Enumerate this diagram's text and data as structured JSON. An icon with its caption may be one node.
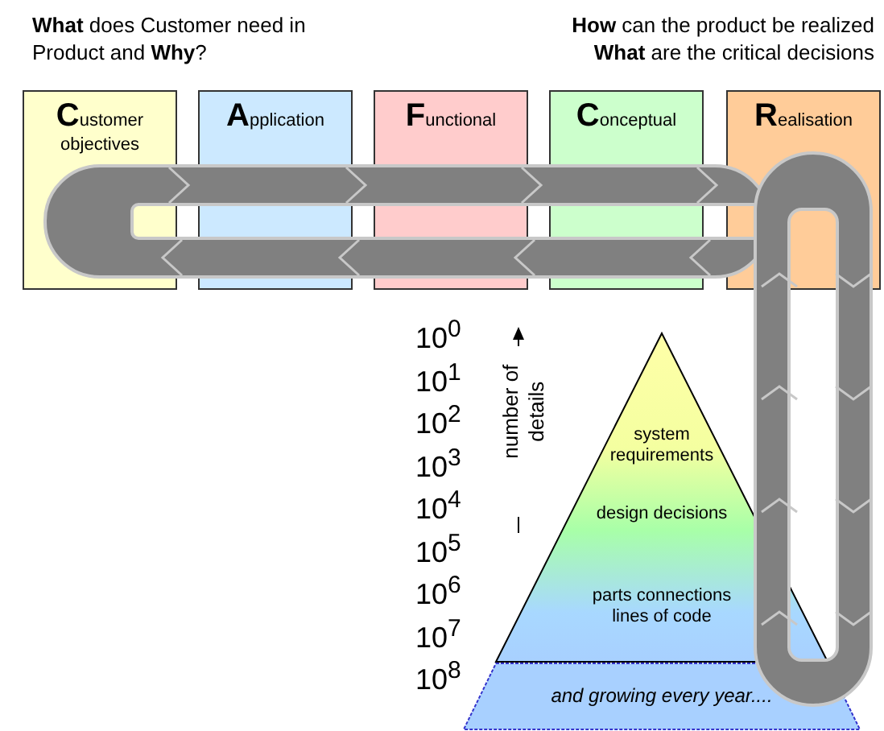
{
  "diagram": {
    "nodes": [
      {
        "text": [
          "Customer objectives"
        ]
      },
      {
        "text": [
          "Application"
        ]
      },
      {
        "text": [
          "Functional"
        ]
      },
      {
        "text": [
          "Conceptual"
        ]
      },
      {
        "text": [
          "Realisation"
        ]
      },
      {
        "text": [
          "system requirements",
          "design decisions",
          "parts connections lines of code"
        ]
      },
      {
        "text": [
          "and growing every year...."
        ]
      }
    ],
    "labels": [
      "**What** does Customer need in Product and **Why**?",
      "**How** can the product be realized",
      "**What** are the critical decisions",
      "10$^{0}$",
      "10$^{1}$",
      "10$^{2}$",
      "10$^{3}$",
      "10$^{4}$",
      "10$^{5}$",
      "10$^{6}$",
      "10$^{7}$",
      "10$^{8}$",
      "number of details"
    ]
  }
}
